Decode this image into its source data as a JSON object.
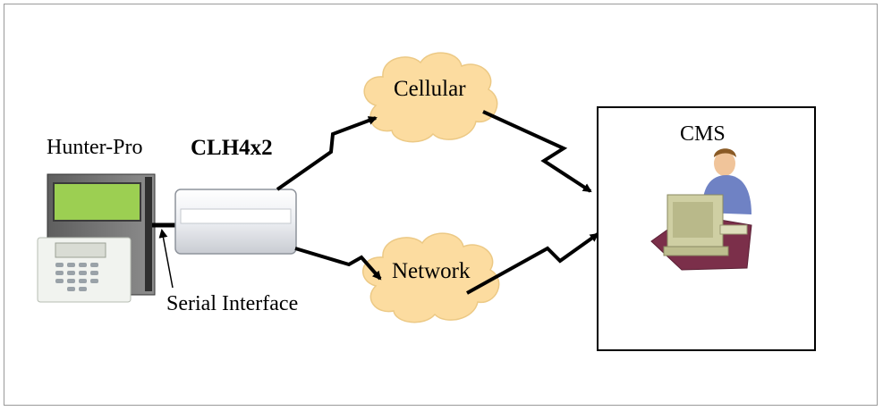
{
  "diagram": {
    "nodes": {
      "hunter_pro": "Hunter-Pro",
      "clh": "CLH4x2",
      "serial": "Serial Interface",
      "cellular": "Cellular",
      "network": "Network",
      "cms": "CMS"
    },
    "edges": [
      {
        "from": "CLH4x2",
        "to": "Cellular"
      },
      {
        "from": "CLH4x2",
        "to": "Network"
      },
      {
        "from": "Cellular",
        "to": "CMS"
      },
      {
        "from": "Network",
        "to": "CMS"
      },
      {
        "from": "Hunter-Pro",
        "to": "CLH4x2"
      }
    ],
    "colors": {
      "cloud_fill": "#fcdca0",
      "panel_green": "#9ccf52",
      "device_body": "#7a7a7a",
      "cms_box_border": "#000000"
    },
    "icons": [
      "panel-keypad-icon",
      "clh-device-icon",
      "cloud-icon",
      "operator-computer-icon"
    ]
  }
}
